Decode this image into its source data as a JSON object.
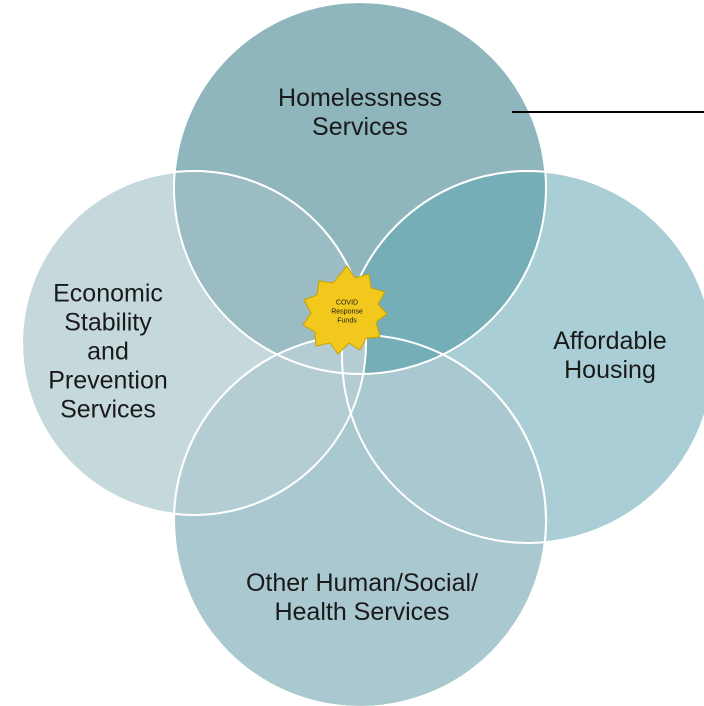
{
  "diagram": {
    "circles": [
      {
        "id": "homelessness",
        "lines": [
          "Homelessness",
          "Services"
        ],
        "color": "#8fb6bd"
      },
      {
        "id": "economic",
        "lines": [
          "Economic",
          "Stability",
          "and",
          "Prevention",
          "Services"
        ],
        "color": "#c5d9dd"
      },
      {
        "id": "housing",
        "lines": [
          "Affordable",
          "Housing"
        ],
        "color": "#8fc0ca"
      },
      {
        "id": "other",
        "lines": [
          "Other Human/Social/",
          "Health Services"
        ],
        "color": "#a9c8cf"
      }
    ],
    "center": {
      "lines": [
        "COVID",
        "Response",
        "Funds"
      ],
      "color": "#f2c81d",
      "border": "#c9a200"
    }
  }
}
